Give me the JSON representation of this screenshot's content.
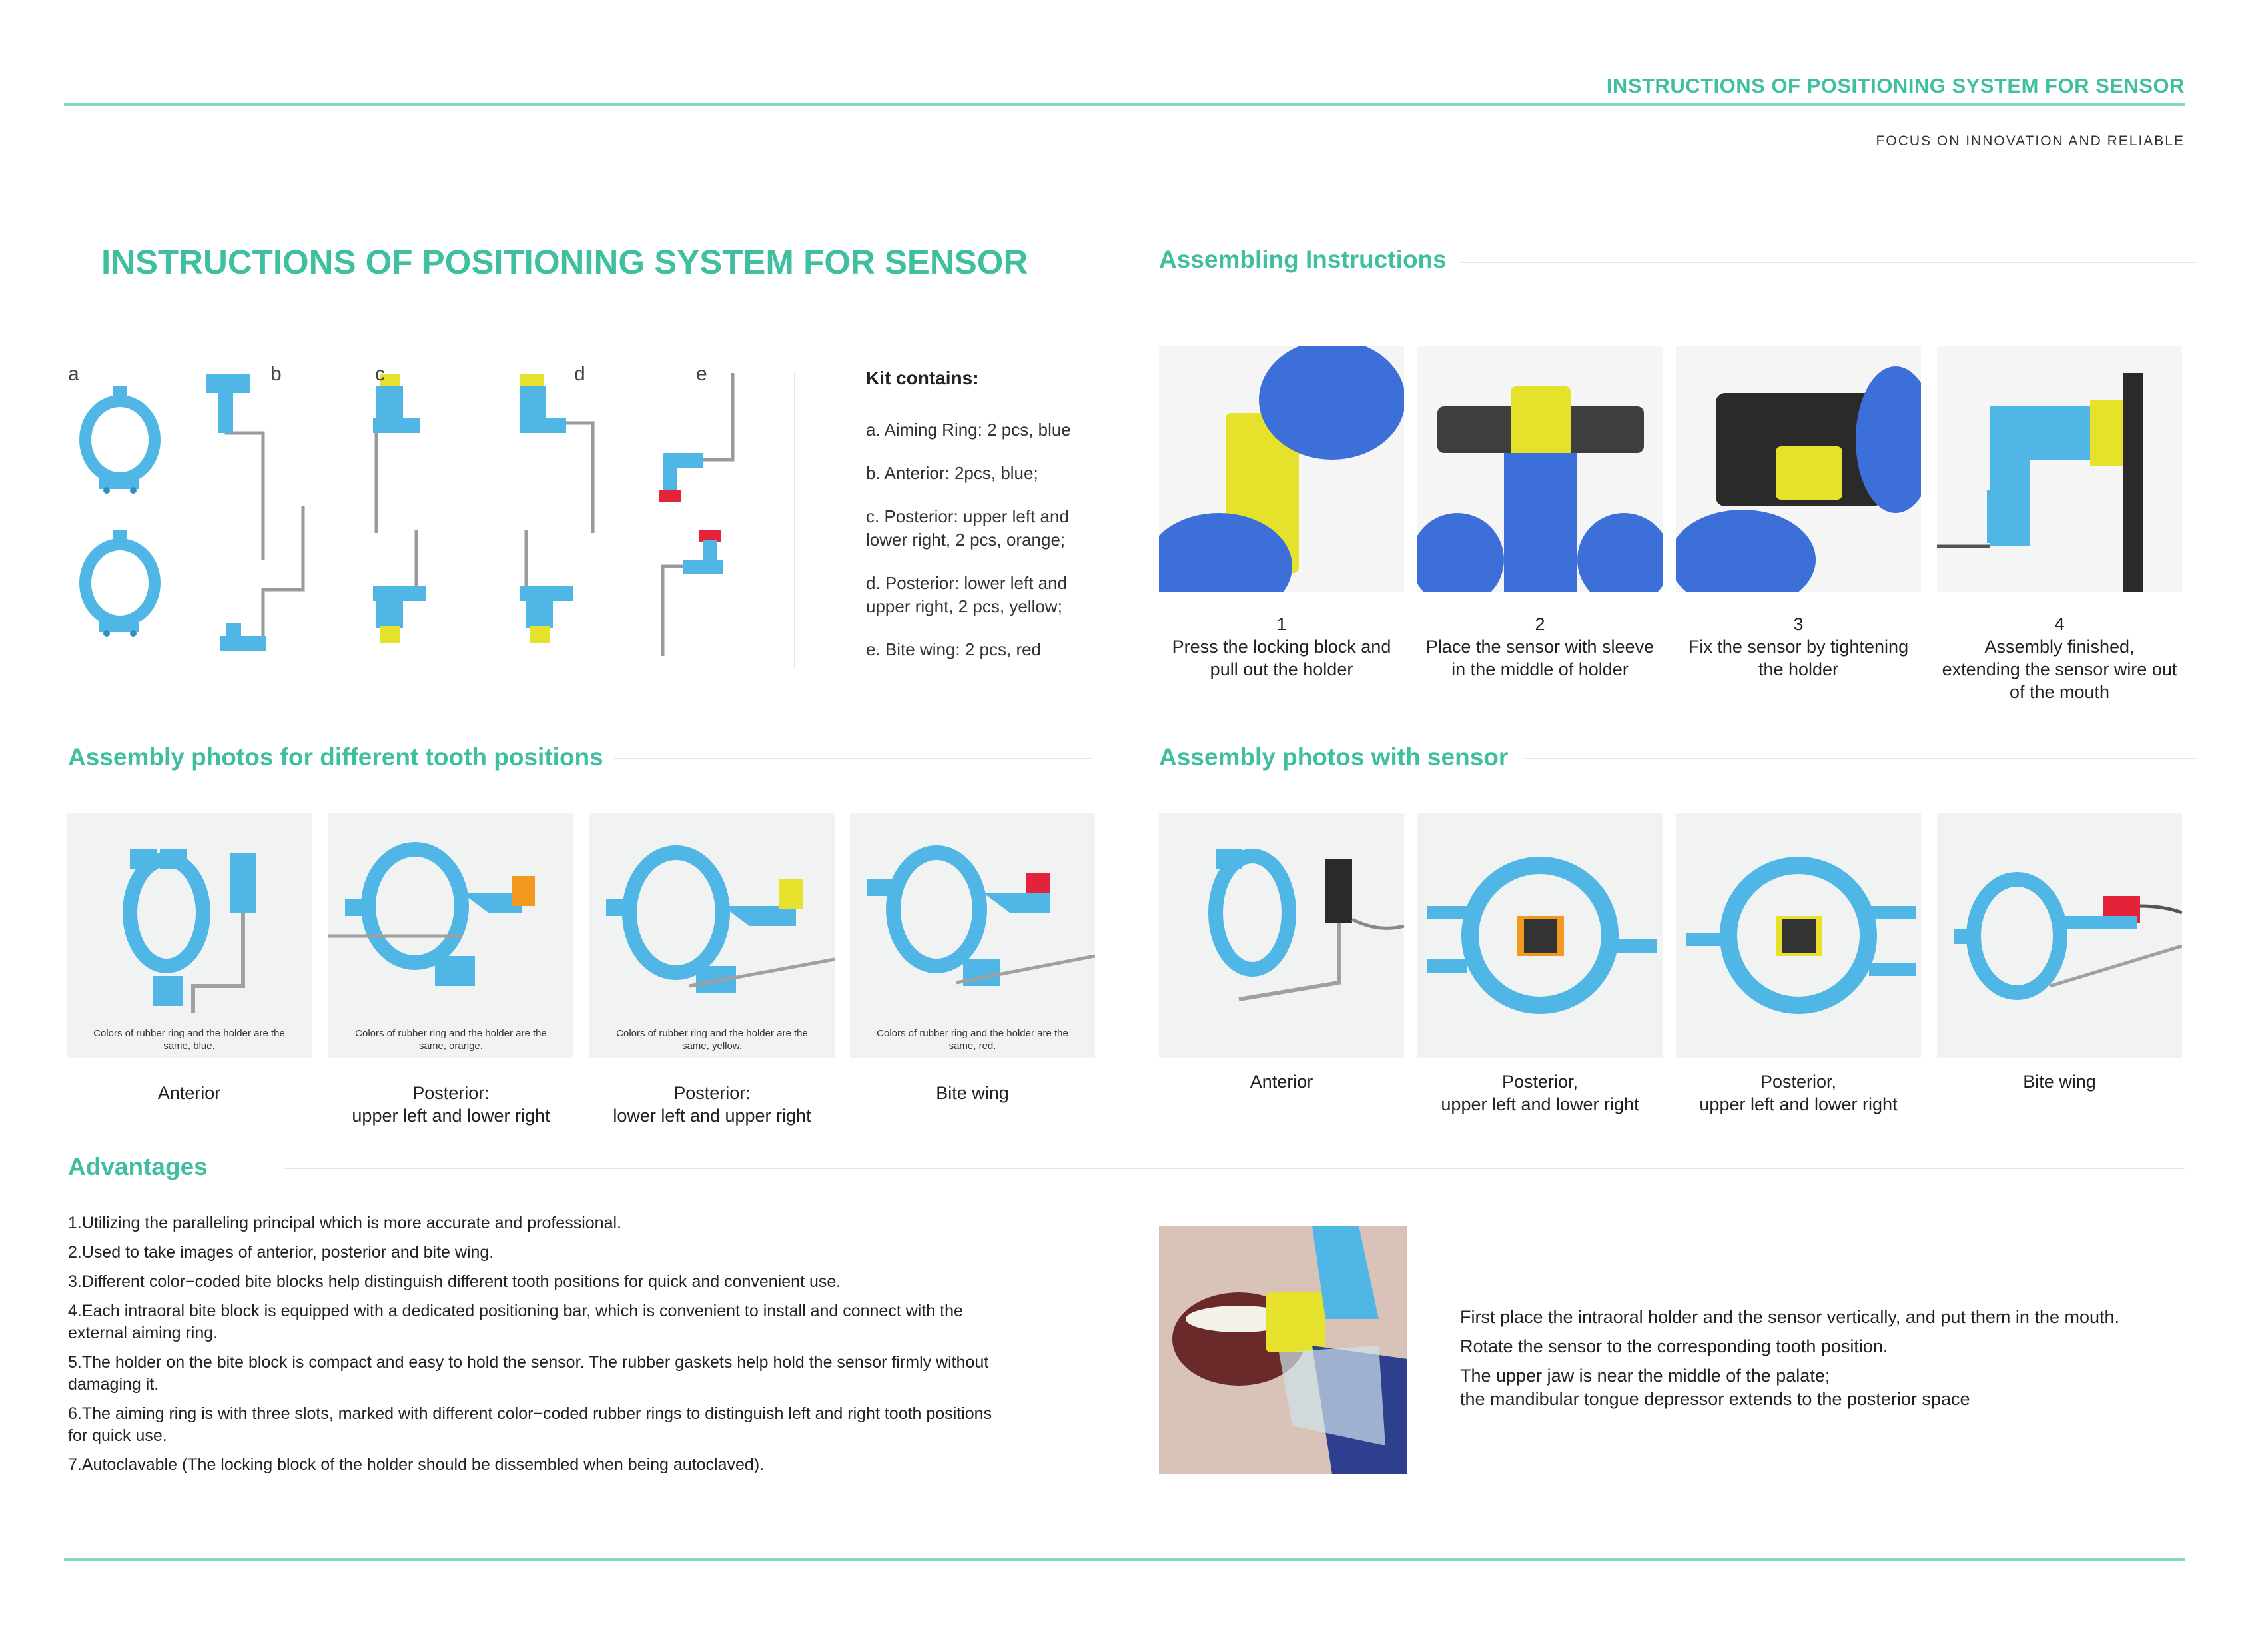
{
  "header": {
    "title": "INSTRUCTIONS OF POSITIONING SYSTEM FOR SENSOR",
    "subtitle": "FOCUS ON INNOVATION AND RELIABLE"
  },
  "main_title": "INSTRUCTIONS OF POSITIONING SYSTEM FOR SENSOR",
  "parts": {
    "letters": [
      "a",
      "b",
      "c",
      "d",
      "e"
    ]
  },
  "kit": {
    "heading": "Kit contains:",
    "items": [
      "a. Aiming Ring: 2 pcs, blue",
      "b. Anterior: 2pcs, blue;",
      "c. Posterior: upper left and",
      "lower right, 2 pcs, orange;",
      "d. Posterior: lower left and",
      "upper right, 2 pcs, yellow;",
      "e. Bite wing: 2 pcs, red"
    ]
  },
  "assembling": {
    "title": "Assembling Instructions",
    "steps": [
      {
        "num": "1",
        "l1": "Press the locking block and",
        "l2": "pull out the holder",
        "l3": ""
      },
      {
        "num": "2",
        "l1": "Place the sensor with sleeve",
        "l2": "in the middle of holder",
        "l3": ""
      },
      {
        "num": "3",
        "l1": "Fix the sensor by tightening",
        "l2": "the holder",
        "l3": ""
      },
      {
        "num": "4",
        "l1": "Assembly finished,",
        "l2": "extending the sensor wire out",
        "l3": "of the mouth"
      }
    ]
  },
  "tooth_positions": {
    "title": "Assembly photos for different tooth positions",
    "notes": [
      {
        "l1": "Colors of rubber ring and the holder are the",
        "l2": "same, blue."
      },
      {
        "l1": "Colors of rubber ring and the holder are the",
        "l2": "same, orange."
      },
      {
        "l1": "Colors of rubber ring and the holder are the",
        "l2": "same, yellow."
      },
      {
        "l1": "Colors of rubber ring and the holder are the",
        "l2": "same, red."
      }
    ],
    "captions": [
      {
        "l1": "Anterior",
        "l2": ""
      },
      {
        "l1": "Posterior:",
        "l2": "upper left and lower right"
      },
      {
        "l1": "Posterior:",
        "l2": "lower left and upper right"
      },
      {
        "l1": "Bite wing",
        "l2": ""
      }
    ]
  },
  "with_sensor": {
    "title": "Assembly photos with sensor",
    "captions": [
      {
        "l1": "Anterior",
        "l2": ""
      },
      {
        "l1": "Posterior,",
        "l2": "upper left and lower right"
      },
      {
        "l1": "Posterior,",
        "l2": "upper left and lower right"
      },
      {
        "l1": "Bite wing",
        "l2": ""
      }
    ]
  },
  "advantages": {
    "title": "Advantages",
    "items": [
      {
        "l1": "1.Utilizing the paralleling principal which is more accurate and professional.",
        "l2": ""
      },
      {
        "l1": "2.Used to take images of anterior, posterior and bite wing.",
        "l2": ""
      },
      {
        "l1": "3.Different color−coded bite blocks help distinguish different tooth positions for quick and convenient use.",
        "l2": ""
      },
      {
        "l1": "4.Each intraoral bite block is equipped with a dedicated positioning bar, which is convenient to install and connect with the",
        "l2": "external aiming ring."
      },
      {
        "l1": "5.The holder on the bite block is compact and easy to hold the sensor. The rubber gaskets help hold the sensor firmly without",
        "l2": "damaging it."
      },
      {
        "l1": "6.The aiming ring is with three slots, marked with different color−coded rubber rings to distinguish left and right tooth positions",
        "l2": "for quick use."
      },
      {
        "l1": "7.Autoclavable (The locking block of the holder should be dissembled when being autoclaved).",
        "l2": ""
      }
    ]
  },
  "placement": {
    "lines": [
      "First place the intraoral holder and the sensor vertically, and put them in the mouth.",
      "Rotate the sensor to the corresponding tooth position.",
      "The upper jaw is near the middle of the palate;",
      "the mandibular tongue depressor extends to the posterior space"
    ]
  },
  "colors": {
    "accent": "#3fbf9f",
    "rule": "#7fd9c6",
    "blue": "#4fb6e6",
    "yellow": "#e6e12b",
    "orange": "#f29a1f",
    "red": "#e3233a"
  }
}
